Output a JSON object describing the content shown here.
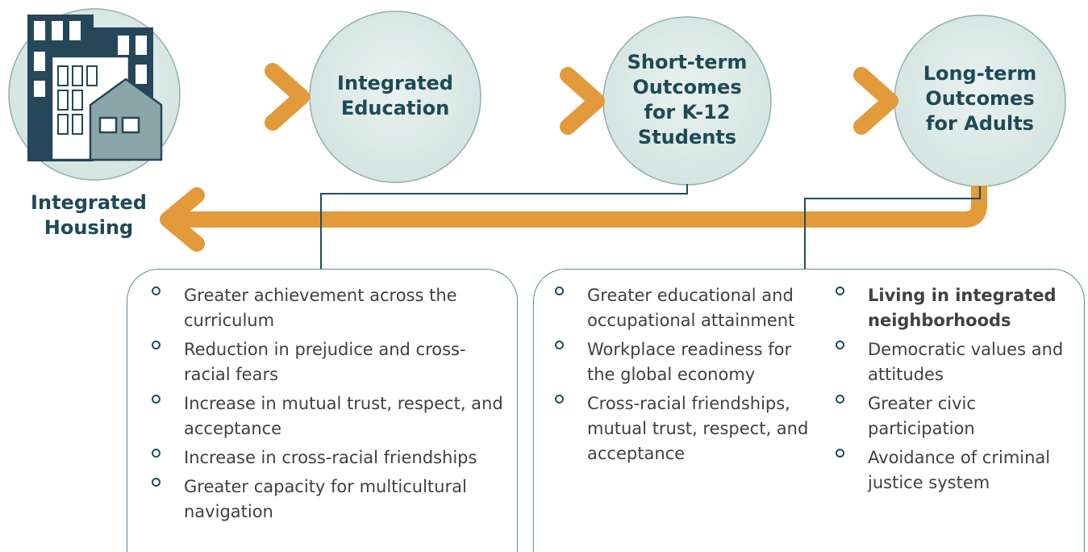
{
  "nodes": {
    "housing": {
      "label_line1": "Integrated",
      "label_line2": "Housing"
    },
    "education": {
      "label_line1": "Integrated",
      "label_line2": "Education"
    },
    "short_term": {
      "label_lines": [
        "Short-term",
        "Outcomes",
        "for K-12",
        "Students"
      ]
    },
    "long_term": {
      "label_lines": [
        "Long-term",
        "Outcomes",
        "for Adults"
      ]
    }
  },
  "short_term_outcomes": [
    "Greater achievement across the curriculum",
    "Reduction in prejudice and cross-racial fears",
    "Increase in mutual trust, respect, and acceptance",
    "Increase in  cross-racial friendships",
    "Greater capacity for multicultural navigation"
  ],
  "long_term_outcomes_col1": [
    "Greater educational and occupational attainment",
    "Workplace readiness for the global economy",
    "Cross-racial friendships, mutual trust, respect, and acceptance"
  ],
  "long_term_outcomes_col2": [
    "Living in integrated neighborhoods",
    "Democratic values and attitudes",
    "Greater civic participation",
    "Avoidance of criminal justice system"
  ],
  "colors": {
    "circle_fill": "#dce9e6",
    "circle_stroke": "#8fb1ad",
    "arrow": "#e39a3b",
    "label": "#1d4a56",
    "connector": "#1f4e5b",
    "box_border": "#5f8a92"
  },
  "icons": {
    "housing": "buildings-and-house-icon",
    "bullet": "ring-bullet-icon"
  }
}
